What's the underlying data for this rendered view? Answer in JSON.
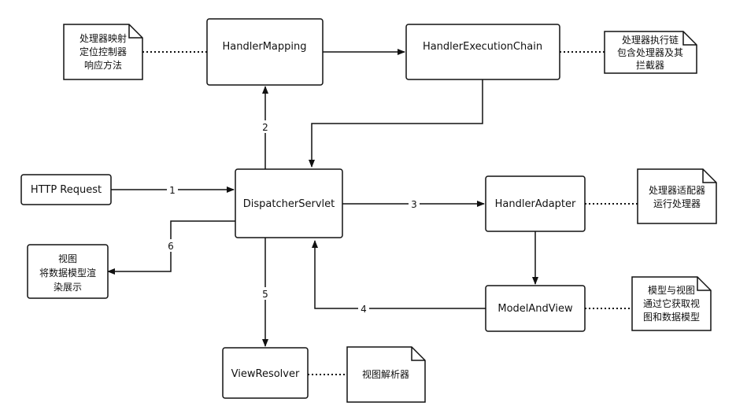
{
  "nodes": {
    "http_request": "HTTP Request",
    "dispatcher_servlet": "DispatcherServlet",
    "handler_mapping": "HandlerMapping",
    "handler_execution_chain": "HandlerExecutionChain",
    "handler_adapter": "HandlerAdapter",
    "model_and_view": "ModelAndView",
    "view_resolver": "ViewResolver",
    "view": [
      "视图",
      "将数据模型渲",
      "染展示"
    ]
  },
  "notes": {
    "handler_mapping": [
      "处理器映射",
      "定位控制器",
      "响应方法"
    ],
    "handler_execution_chain": [
      "处理器执行链",
      "包含处理器及其",
      "拦截器"
    ],
    "handler_adapter": [
      "处理器适配器",
      "运行处理器"
    ],
    "model_and_view": [
      "模型与视图",
      "通过它获取视",
      "图和数据模型"
    ],
    "view_resolver": [
      "视图解析器"
    ]
  },
  "steps": {
    "s1": "1",
    "s2": "2",
    "s3": "3",
    "s4": "4",
    "s5": "5",
    "s6": "6"
  }
}
